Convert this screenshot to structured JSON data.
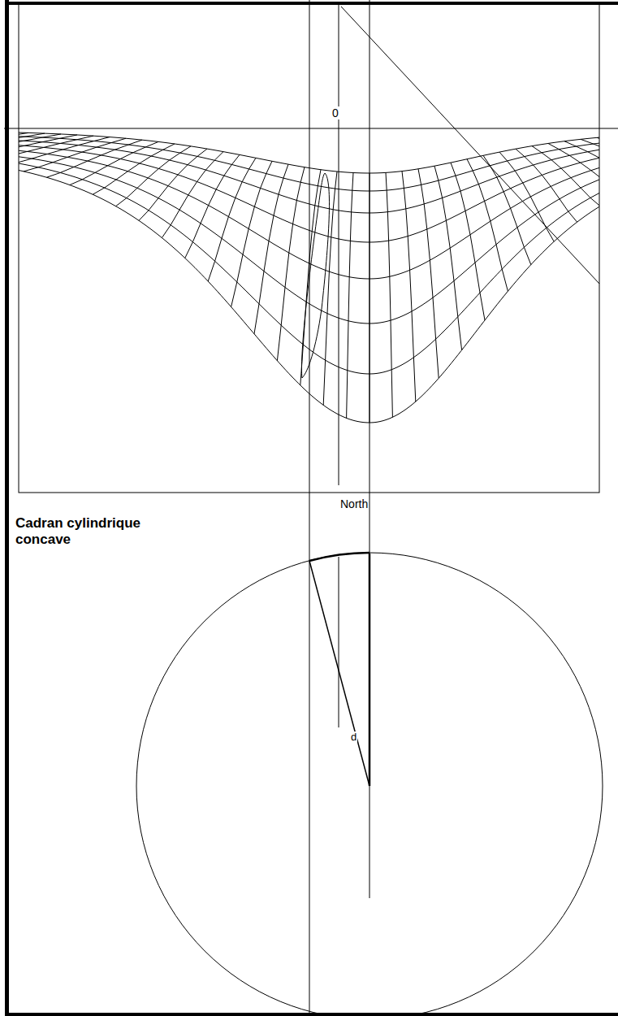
{
  "diagram": {
    "title": "Cadran cylindrique concave",
    "labels": [
      "0",
      "North",
      "d"
    ]
  }
}
